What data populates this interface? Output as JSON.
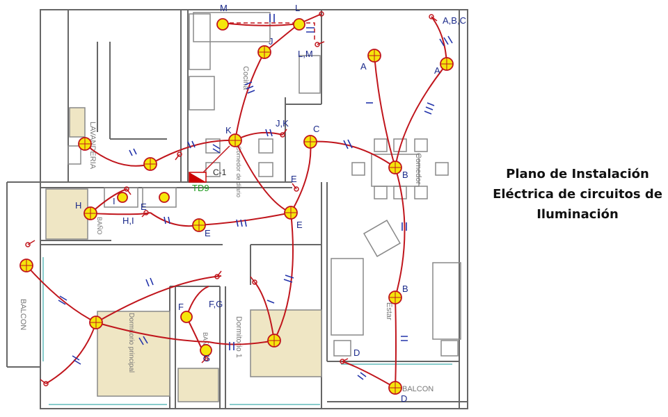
{
  "title_lines": [
    "Plano de Instalación",
    "Eléctrica de circuitos de",
    "Iluminación"
  ],
  "colors": {
    "circuit": "#c0151c",
    "fixture_fill": "#f5e60b",
    "switch_marks": "#2233aa",
    "walls": "#666666",
    "panel": "#cc0000",
    "panel_label": "#1a9a1a",
    "furniture": "#efe6c4"
  },
  "panel": {
    "code": "TD9",
    "circuit": "C-1"
  },
  "room_labels": {
    "lavanderia": "LAVANDERIA",
    "cocina": "Cocina",
    "comedor_diario": "Comedor de diario",
    "comedor": "Comedor",
    "estar": "Estar",
    "dormitorio_principal": "Dormitorio principal",
    "dormitorio_1": "Dormitorio 1",
    "balcon_left": "BALCON",
    "balcon_bottom": "BALCON",
    "bano_1": "BAÑO",
    "bano_2": "BAÑO"
  },
  "fixture_labels": [
    "M",
    "L",
    "J",
    "K",
    "C",
    "A",
    "A",
    "B",
    "B",
    "D",
    "E",
    "E",
    "H",
    "I",
    "F",
    "G"
  ],
  "switch_labels": [
    "A,B,C",
    "L,M",
    "J,K",
    "E",
    "H,I",
    "E",
    "F,G",
    "D"
  ]
}
